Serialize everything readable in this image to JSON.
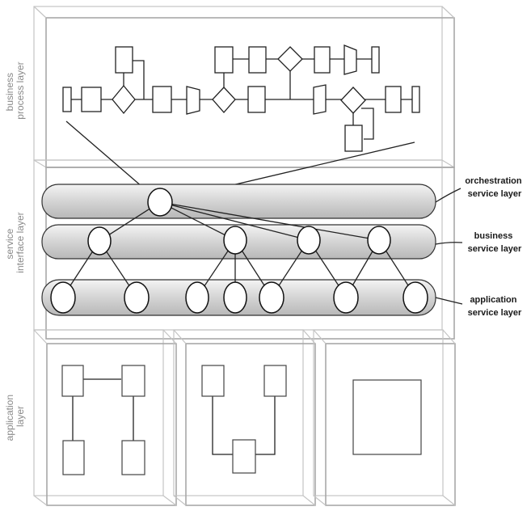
{
  "layers": {
    "business_process": "business\nprocess layer",
    "service_interface": "service\ninterface layer",
    "application": "application\nlayer"
  },
  "service_layers": {
    "orchestration": "orchestration\nservice layer",
    "business": "business\nservice layer",
    "application": "application\nservice layer"
  }
}
